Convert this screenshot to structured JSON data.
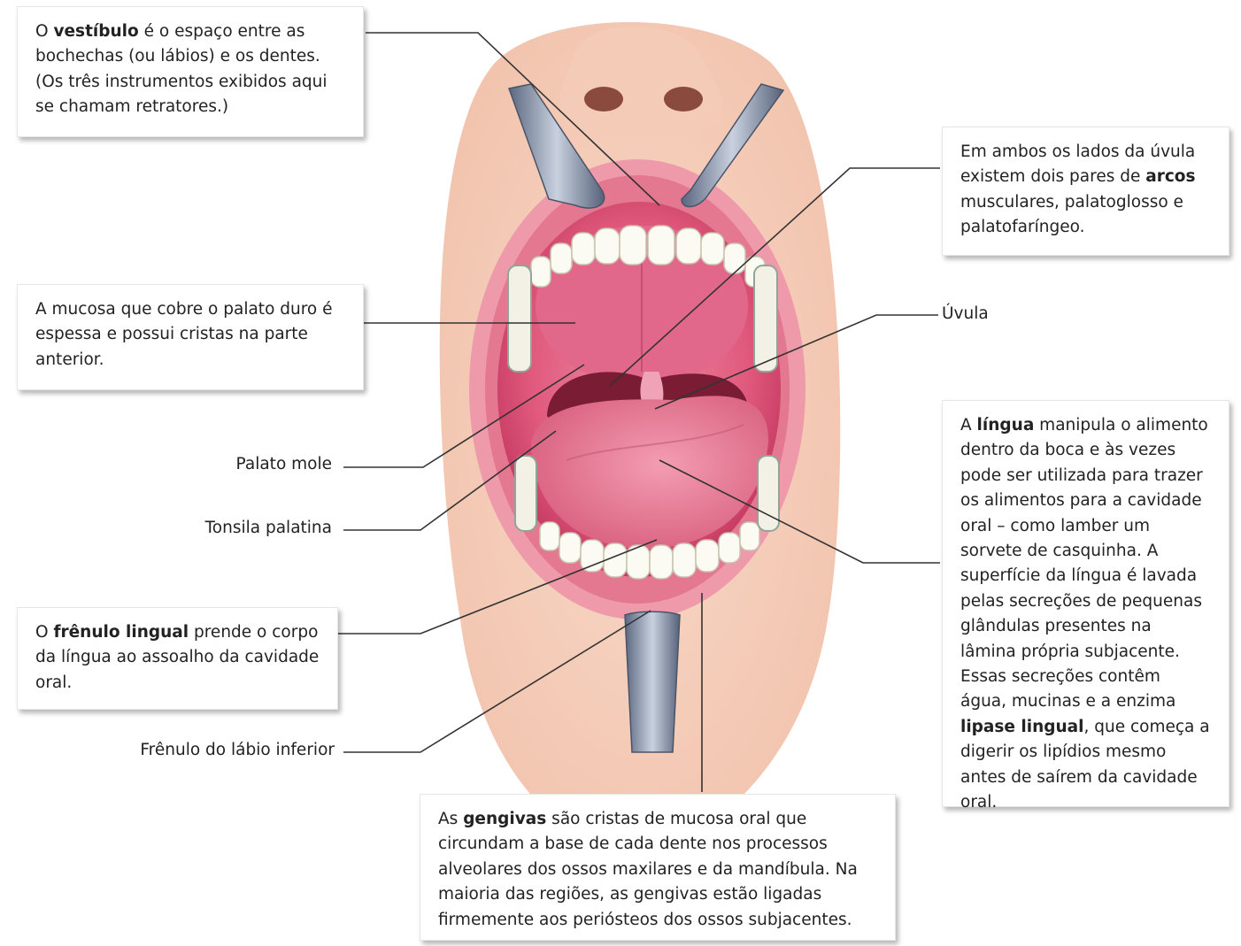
{
  "callouts": {
    "vestibulo": {
      "pre": "O ",
      "bold": "vestíbulo",
      "post": " é o espaço entre as bochechas (ou lábios) e os dentes. (Os três instrumentos exibidos aqui se chamam retratores.)"
    },
    "arcos": {
      "pre": "Em ambos os lados da úvula existem dois pares de ",
      "bold": "arcos",
      "post": " musculares, palatoglosso e palatofaríngeo."
    },
    "palato_duro": {
      "text": "A mucosa que cobre o palato duro é espessa e possui cristas na parte anterior."
    },
    "lingua": {
      "pre": "A ",
      "bold": "língua",
      "mid": " manipula o alimento dentro da boca e às vezes pode ser utilizada para trazer os alimentos para a cavidade oral – como lamber um sorvete de casquinha. A superfície da língua é lavada pelas secreções de pequenas glândulas presentes na lâmina própria subjacente. Essas secreções contêm água, mucinas e a enzima ",
      "bold2": "lipase lingual",
      "post": ", que começa a digerir os lipídios mesmo antes de saírem da cavidade oral."
    },
    "frenulo_lingual": {
      "pre": "O ",
      "bold": "frênulo lingual",
      "post": " prende o corpo da língua ao assoalho da cavidade oral."
    },
    "gengivas": {
      "pre": "As ",
      "bold": "gengivas",
      "post": " são cristas de mucosa oral que circundam a base de cada dente nos processos alveolares dos ossos maxilares e da mandíbula. Na maioria das regiões, as gengivas estão ligadas firmemente aos periósteos dos ossos subjacentes."
    }
  },
  "labels": {
    "uvula": "Úvula",
    "palato_mole": "Palato mole",
    "tonsila": "Tonsila palatina",
    "frenulo_labio": "Frênulo do lábio inferior"
  },
  "colors": {
    "skin": "#f6d6c4",
    "lip": "#e9879a",
    "mucosa": "#e05a7e",
    "throat": "#7a1c33",
    "tongue": "#e47a96",
    "retractor": "#7d8aa3",
    "leader": "#333333"
  }
}
